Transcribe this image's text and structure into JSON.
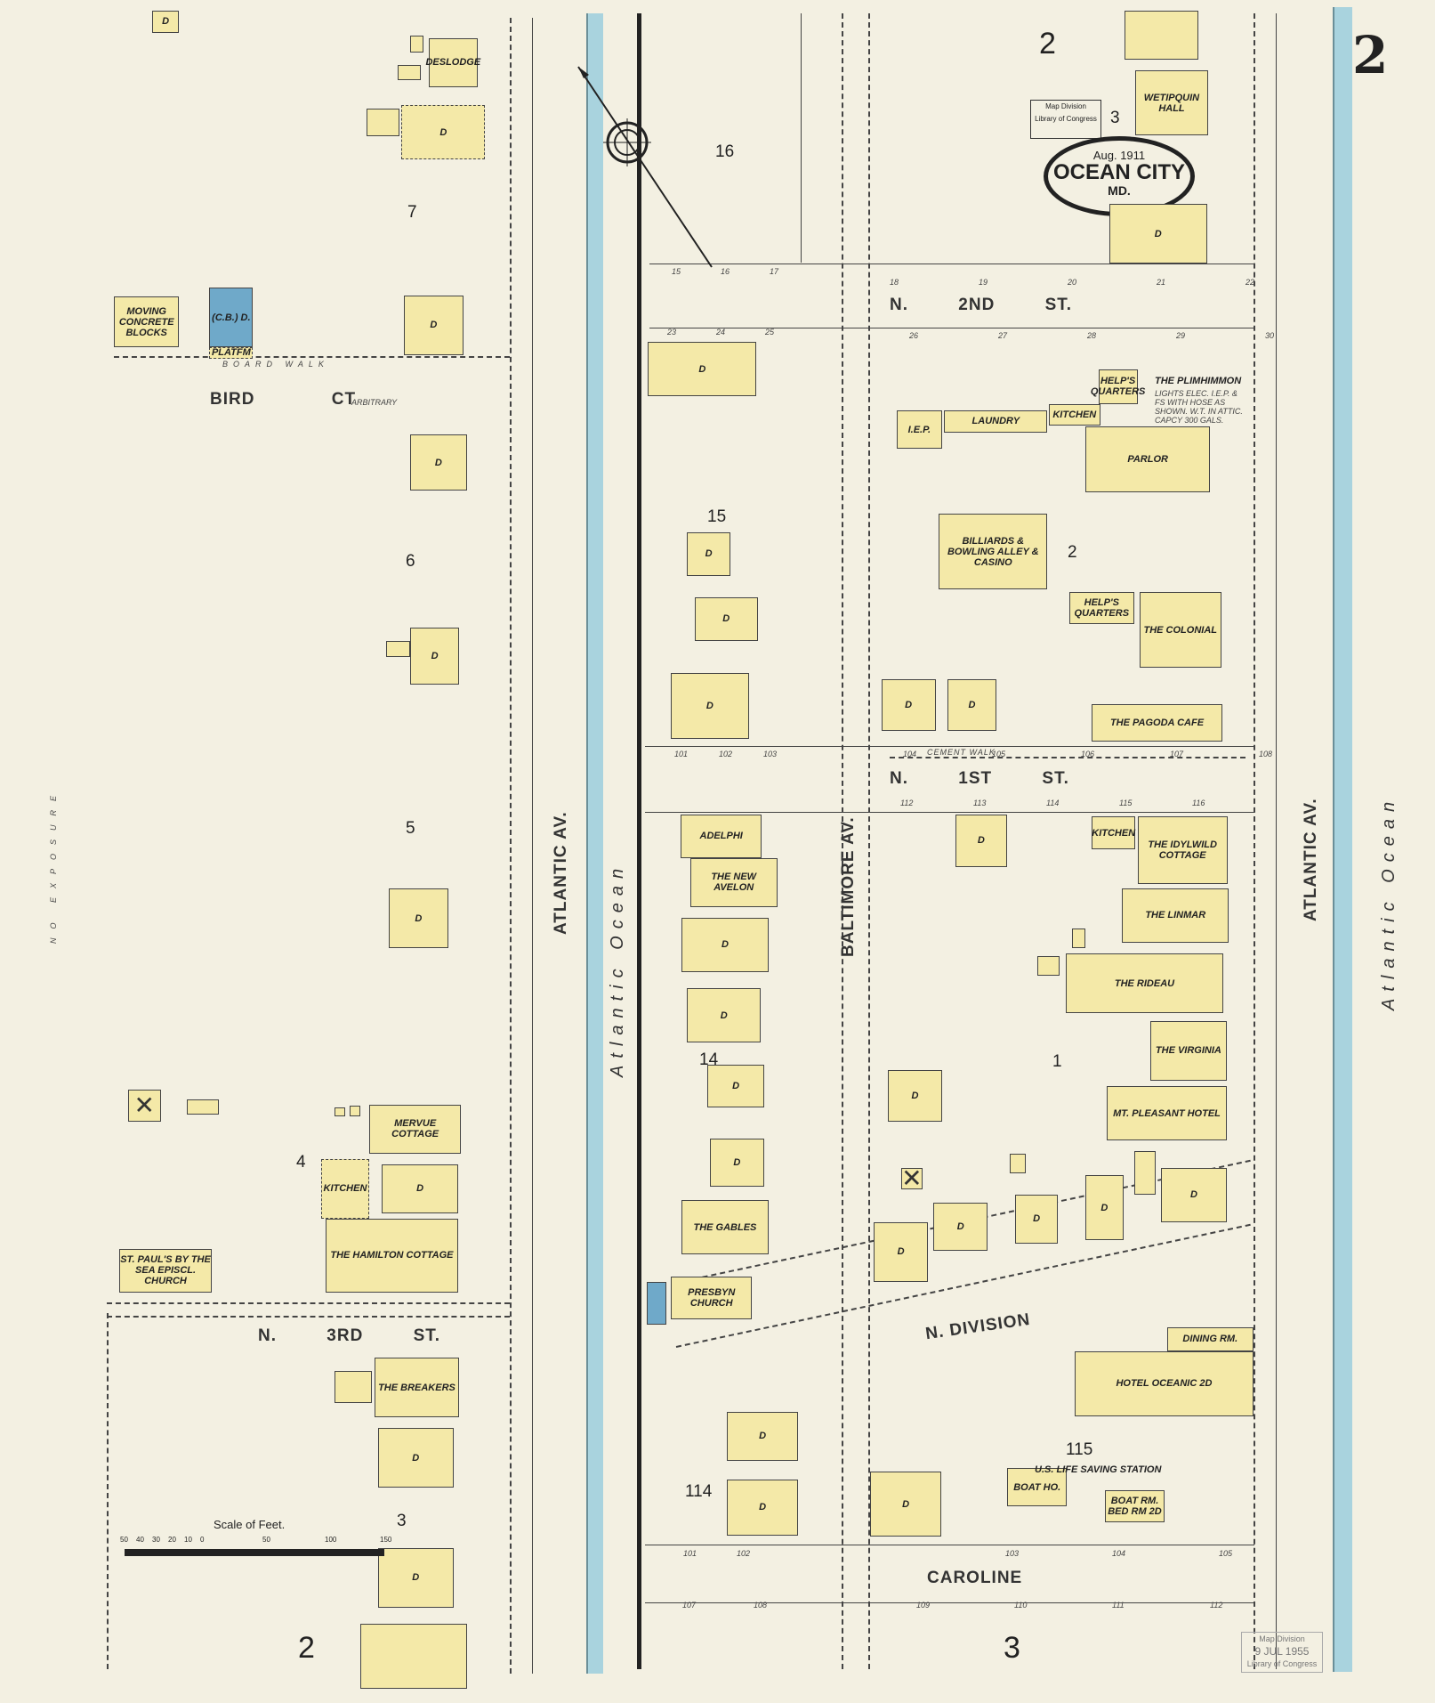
{
  "sheet": {
    "page_number": "2",
    "date": "Aug. 1911",
    "city": "Ocean City",
    "state": "Md."
  },
  "stamp_top": {
    "line1": "Map Division",
    "line2": "Library of Congress"
  },
  "stamp_bottom": {
    "line1": "Map Division",
    "line2": "9 JUL 1955",
    "line3": "Library of Congress"
  },
  "colors": {
    "ocean": "#a9d3de",
    "frame_building": "#f4e9a8",
    "concrete_block": "#6fa9c9"
  },
  "margin_note": "NO EXPOSURE",
  "water": {
    "left": "Atlantic Ocean",
    "right": "Atlantic Ocean"
  },
  "streets": {
    "atlantic_left": "ATLANTIC AV.",
    "atlantic_right": "ATLANTIC AV.",
    "baltimore": "BALTIMORE AV.",
    "n2nd": "N. 2ND ST.",
    "n1st": "N. 1ST ST.",
    "n3rd": "N. 3RD ST.",
    "bird_ct": "BIRD CT",
    "bird_ct_note": "ARBITRARY",
    "n_division": "N. DIVISION",
    "caroline": "CAROLINE",
    "board_walk": "BOARD WALK",
    "cement_walk": "CEMENT WALK"
  },
  "blocks": {
    "b7": "7",
    "b6": "6",
    "b5": "5",
    "b4": "4",
    "b3l": "3",
    "b2l": "2",
    "b16": "16",
    "b15": "15",
    "b14": "14",
    "b114": "114",
    "b2tr": "2",
    "b3tr": "3",
    "b2r": "2",
    "b1": "1",
    "b115": "115",
    "b3b": "3"
  },
  "buildings": {
    "deslodge": "DESLODGE",
    "wetipquin": "WETIPQUIN HALL",
    "moving_blocks": "MOVING CONCRETE BLOCKS",
    "cb": "(C.B.) D.",
    "platfm": "PLATFM",
    "plimhimmon": "THE PLIMHIMMON",
    "plimhimmon_note": "LIGHTS ELEC. I.E.P. & FS WITH HOSE AS SHOWN. W.T. IN ATTIC. CAPCY 300 GALS.",
    "iep": "I.E.P.",
    "laundry": "LAUNDRY",
    "kitchen1": "KITCHEN",
    "helps_quarters": "HELP'S QUARTERS",
    "parlor": "PARLOR",
    "casino": "BILLIARDS & BOWLING ALLEY & CASINO",
    "colonial": "THE COLONIAL",
    "colonial_helps": "HELP'S QUARTERS",
    "pagoda": "THE PAGODA CAFE",
    "adelphi": "ADELPHI",
    "new_avelon": "THE NEW AVELON",
    "idylwild": "THE IDYLWILD COTTAGE",
    "kitchen2": "KITCHEN",
    "linmar": "THE LINMAR",
    "rideau": "THE RIDEAU",
    "virginia": "THE VIRGINIA",
    "mt_pleasant": "MT. PLEASANT HOTEL",
    "mervue": "MERVUE COTTAGE",
    "hamilton": "THE HAMILTON COTTAGE",
    "kitchen3": "KITCHEN",
    "st_pauls": "ST. PAUL'S BY THE SEA EPISCL. CHURCH",
    "breakers": "THE BREAKERS",
    "gables": "THE GABLES",
    "presbyn": "PRESBYN CHURCH",
    "hotel_oceanic": "HOTEL OCEANIC 2D",
    "dining_rm": "DINING RM.",
    "life_saving": "U.S. LIFE SAVING STATION",
    "boat_ho": "BOAT HO.",
    "boat_rm": "BOAT RM. BED RM 2D",
    "dwelling": "D"
  },
  "lot_numbers": {
    "n2nd_north": [
      "18",
      "19",
      "20",
      "21",
      "22"
    ],
    "n2nd_south": [
      "26",
      "27",
      "28",
      "29",
      "30"
    ],
    "mid_north": [
      "15",
      "16",
      "17"
    ],
    "mid_south": [
      "23",
      "24",
      "25"
    ],
    "n1st_mid": [
      "101",
      "102",
      "103"
    ],
    "n1st_right": [
      "104",
      "105",
      "106",
      "107",
      "108"
    ],
    "n1st_south": [
      "112",
      "113",
      "114",
      "115",
      "116"
    ],
    "caroline_mid": [
      "101",
      "102"
    ],
    "caroline_right": [
      "103",
      "104",
      "105"
    ],
    "caroline_south": [
      "107",
      "108"
    ],
    "caroline_south_right": [
      "109",
      "110",
      "111",
      "112"
    ]
  },
  "scale": {
    "title": "Scale of Feet.",
    "ticks": [
      "50",
      "40",
      "30",
      "20",
      "10",
      "0",
      "50",
      "100",
      "150"
    ]
  }
}
